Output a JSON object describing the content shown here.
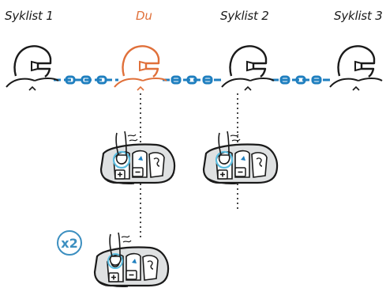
{
  "riders": [
    {
      "label": "Syklist 1",
      "color": "#1a1a1a"
    },
    {
      "label": "Du",
      "color": "#e0703a"
    },
    {
      "label": "Syklist 2",
      "color": "#1a1a1a"
    },
    {
      "label": "Syklist 3",
      "color": "#1a1a1a"
    }
  ],
  "press_count_label": "x2",
  "colors": {
    "chain": "#1f7fbf",
    "highlight": "#e0703a",
    "device_fill": "#dfe1e2",
    "ring": "#5bbde0",
    "press_badge": "#3c8fc0"
  },
  "icons": [
    "helmet-icon",
    "intercom-device-icon",
    "finger-press-icon",
    "chain-link-icon"
  ]
}
